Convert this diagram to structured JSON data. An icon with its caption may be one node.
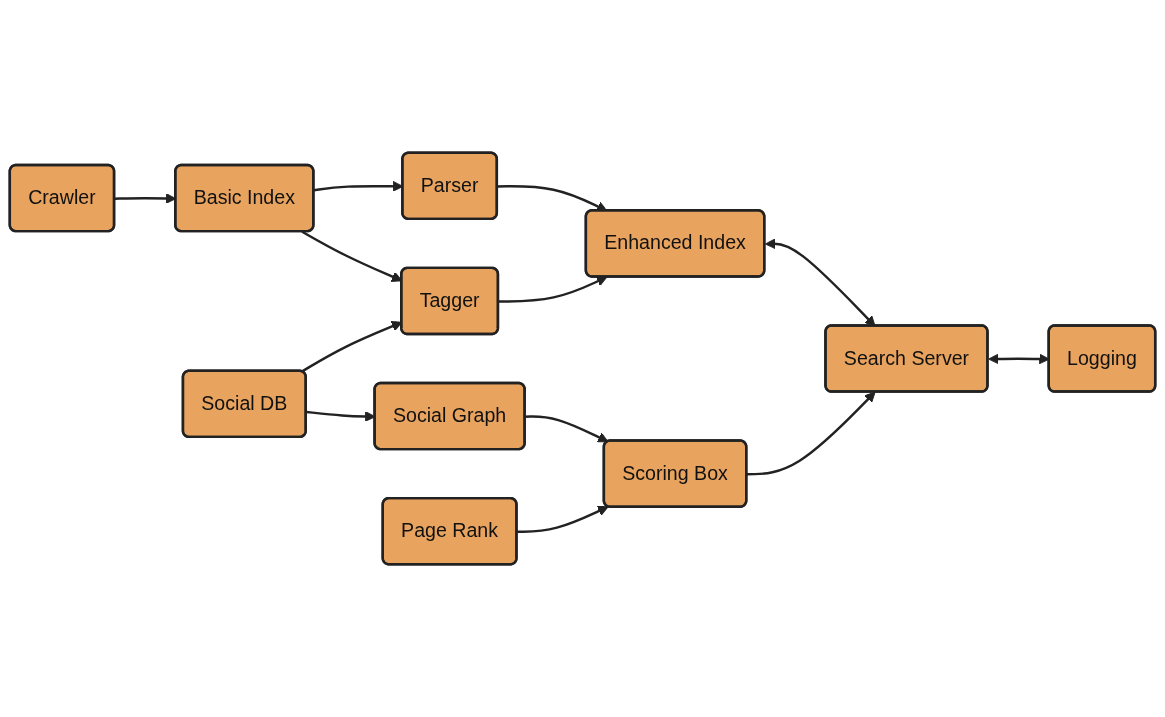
{
  "diagram": {
    "nodes": [
      {
        "text": [
          "Crawler"
        ]
      },
      {
        "text": [
          "Basic Index"
        ]
      },
      {
        "text": [
          "Parser"
        ]
      },
      {
        "text": [
          "Tagger"
        ]
      },
      {
        "text": [
          "Enhanced Index"
        ]
      },
      {
        "text": [
          "Search Server"
        ]
      },
      {
        "text": [
          "Logging"
        ]
      },
      {
        "text": [
          "Social DB"
        ]
      },
      {
        "text": [
          "Social Graph"
        ]
      },
      {
        "text": [
          "Scoring Box"
        ]
      },
      {
        "text": [
          "Page Rank"
        ]
      }
    ],
    "edges": [
      {
        "from": 0,
        "to": 1,
        "arrow": "to"
      },
      {
        "from": 1,
        "to": 2,
        "arrow": "to"
      },
      {
        "from": 1,
        "to": 3,
        "arrow": "to"
      },
      {
        "from": 2,
        "to": 4,
        "arrow": "to"
      },
      {
        "from": 3,
        "to": 4,
        "arrow": "to"
      },
      {
        "from": 4,
        "to": 5,
        "arrow": "both"
      },
      {
        "from": 5,
        "to": 6,
        "arrow": "both"
      },
      {
        "from": 7,
        "to": 3,
        "arrow": "to"
      },
      {
        "from": 7,
        "to": 8,
        "arrow": "to"
      },
      {
        "from": 8,
        "to": 9,
        "arrow": "to"
      },
      {
        "from": 10,
        "to": 9,
        "arrow": "to"
      },
      {
        "from": 9,
        "to": 5,
        "arrow": "to"
      }
    ]
  }
}
